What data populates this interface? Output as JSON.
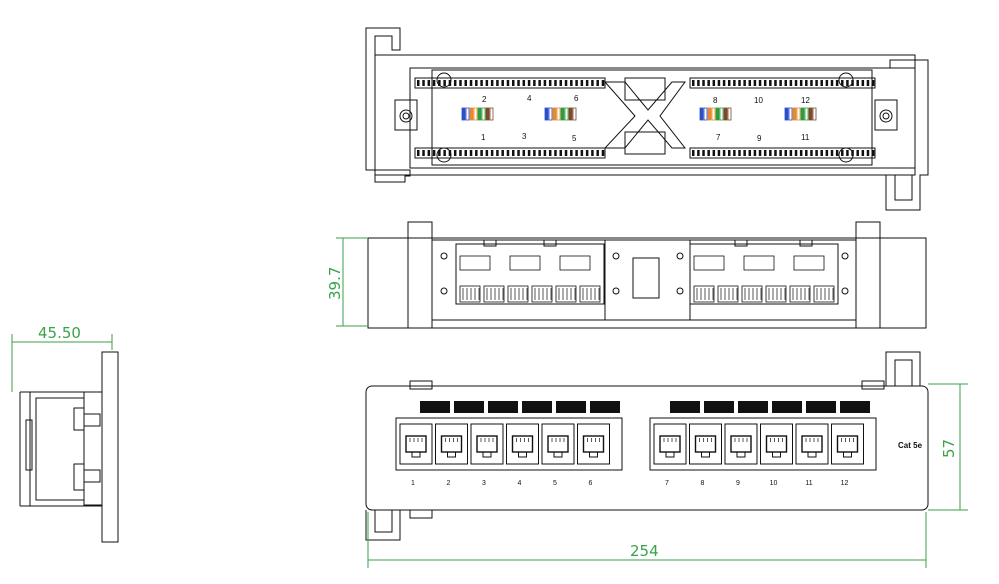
{
  "dimensions": {
    "depth": "45.50",
    "height_side": "39.7",
    "height_front": "57",
    "width": "254"
  },
  "front_view": {
    "category_label": "Cat 5e",
    "port_numbers": [
      "1",
      "2",
      "3",
      "4",
      "5",
      "6",
      "7",
      "8",
      "9",
      "10",
      "11",
      "12"
    ]
  },
  "rear_view": {
    "top_numbers": [
      "2",
      "4",
      "6",
      "8",
      "10",
      "12"
    ],
    "bottom_numbers": [
      "1",
      "3",
      "5",
      "7",
      "9",
      "11"
    ]
  },
  "colors": {
    "line": "#111111",
    "dimension": "#3aa24a",
    "wire_blue": "#2b4fc9",
    "wire_green": "#2f9d3e",
    "wire_orange": "#e8892a",
    "wire_brown": "#7a4a2a"
  }
}
